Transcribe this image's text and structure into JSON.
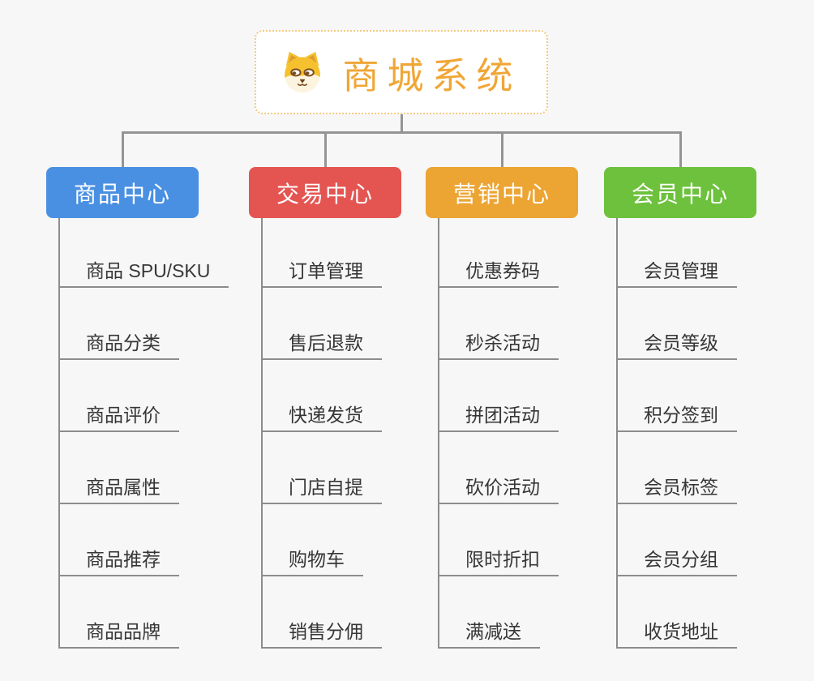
{
  "root": {
    "title": "商城系统",
    "icon": "dog-face",
    "title_color": "#F0A636",
    "border_color": "#F4C97E"
  },
  "branches": [
    {
      "label": "商品中心",
      "color": "#4A90E2",
      "items": [
        "商品 SPU/SKU",
        "商品分类",
        "商品评价",
        "商品属性",
        "商品推荐",
        "商品品牌"
      ]
    },
    {
      "label": "交易中心",
      "color": "#E45551",
      "items": [
        "订单管理",
        "售后退款",
        "快递发货",
        "门店自提",
        "购物车",
        "销售分佣"
      ]
    },
    {
      "label": "营销中心",
      "color": "#ECA433",
      "items": [
        "优惠券码",
        "秒杀活动",
        "拼团活动",
        "砍价活动",
        "限时折扣",
        "满减送"
      ]
    },
    {
      "label": "会员中心",
      "color": "#6DC13D",
      "items": [
        "会员管理",
        "会员等级",
        "积分签到",
        "会员标签",
        "会员分组",
        "收货地址"
      ]
    }
  ]
}
